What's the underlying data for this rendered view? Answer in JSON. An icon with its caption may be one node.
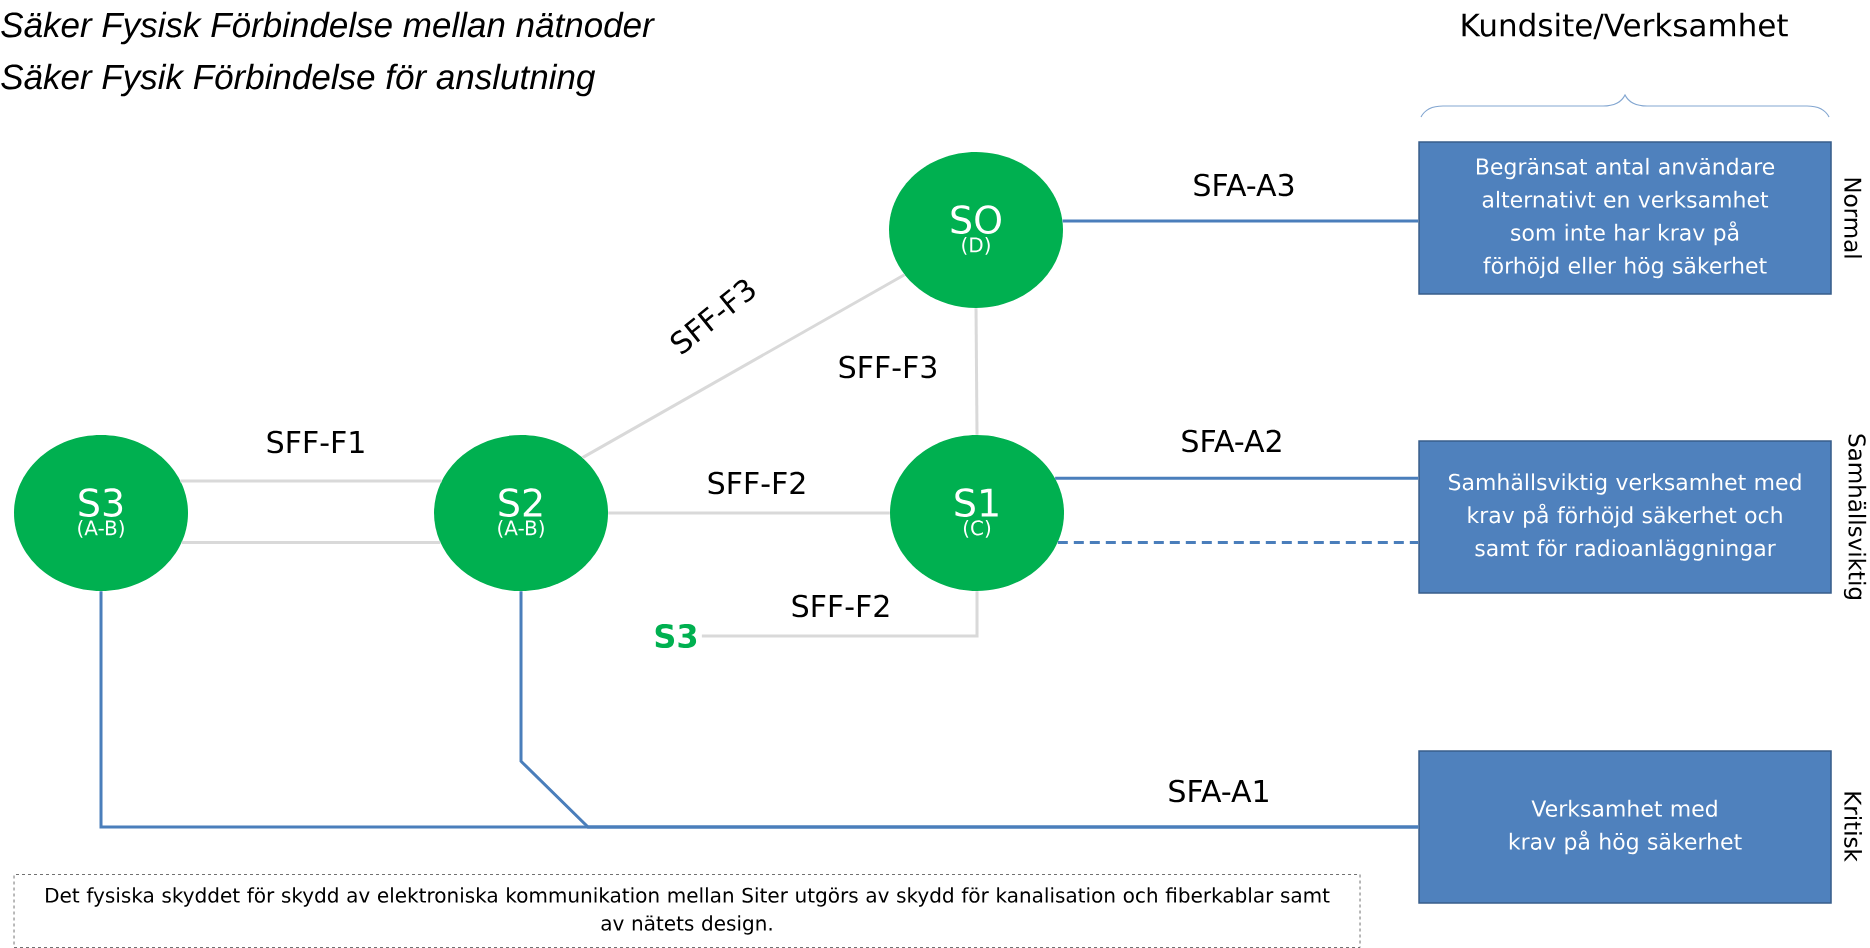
{
  "diagram": {
    "nodes": [
      {
        "text": [
          "SO",
          "(D)"
        ]
      },
      {
        "text": [
          "S3",
          "(A-B)"
        ]
      },
      {
        "text": [
          "S2",
          "(A-B)"
        ]
      },
      {
        "text": [
          "S1",
          "(C)"
        ]
      },
      {
        "text": [
          "S3"
        ]
      },
      {
        "text": [
          "Begränsat antal användare alternativt en verksamhet som inte har krav på förhöjd eller hög säkerhet"
        ],
        "beside": [
          "Normal"
        ]
      },
      {
        "text": [
          "Samhällsviktig verksamhet med krav på förhöjd säkerhet och samt för radioanläggningar"
        ],
        "beside": [
          "Samhällsviktig"
        ]
      },
      {
        "text": [
          "Verksamhet med krav på hög säkerhet"
        ],
        "beside": [
          "Kritisk"
        ]
      },
      {
        "text": [
          "Det fysiska skyddet för skydd av elektroniska kommunikation mellan Siter utgörs av skydd för kanalisation och fiberkablar samt av nätets design."
        ]
      }
    ],
    "edges": [
      {
        "from": 1,
        "to": 2,
        "arrow": "none",
        "label": "SFF-F1"
      },
      {
        "from": 1,
        "to": 2,
        "arrow": "none"
      },
      {
        "from": 2,
        "to": 0,
        "arrow": "none",
        "label": "SFF-F3"
      },
      {
        "from": 0,
        "to": 3,
        "arrow": "none",
        "label": "SFF-F3"
      },
      {
        "from": 2,
        "to": 3,
        "arrow": "none",
        "label": "SFF-F2"
      },
      {
        "from": 4,
        "to": 3,
        "arrow": "none",
        "label": "SFF-F2"
      },
      {
        "from": 0,
        "to": 5,
        "arrow": "none",
        "label": "SFA-A3",
        "color": "#4a7ebb"
      },
      {
        "from": 3,
        "to": 6,
        "arrow": "none",
        "label": "SFA-A2",
        "color": "#4a7ebb"
      },
      {
        "from": 3,
        "to": 6,
        "arrow": "none",
        "style": "dashed",
        "color": "#4a7ebb"
      },
      {
        "from": 1,
        "to": 7,
        "arrow": "none",
        "label": "SFA-A1",
        "color": "#4a7ebb"
      },
      {
        "from": 2,
        "to": 7,
        "arrow": "none",
        "color": "#4a7ebb"
      }
    ],
    "labels": [
      "Säker Fysisk Förbindelse mellan nätnoder",
      "Säker Fysik Förbindelse för anslutning",
      "Kundsite/Verksamhet"
    ]
  }
}
